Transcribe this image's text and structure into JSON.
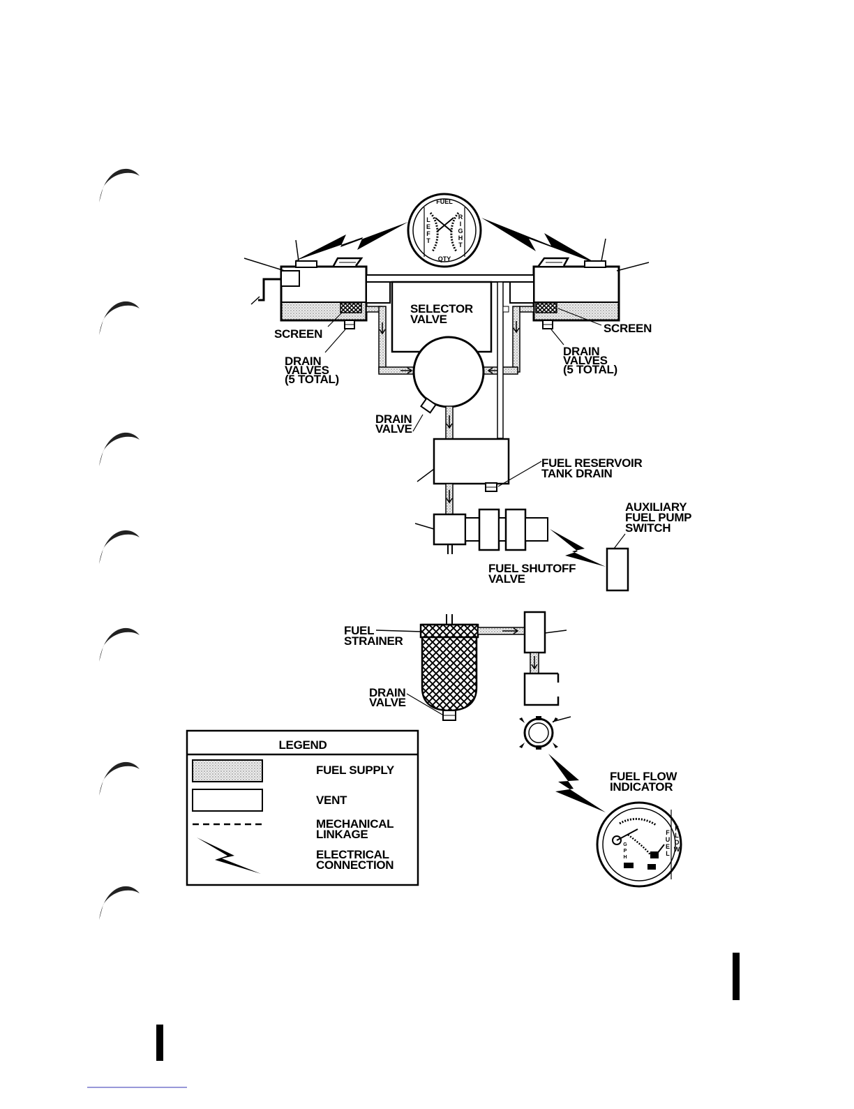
{
  "labels": {
    "selector_valve": [
      "SELECTOR",
      "VALVE"
    ],
    "screen_left": "SCREEN",
    "screen_right": "SCREEN",
    "drain_valves_left": [
      "DRAIN",
      "VALVES",
      "(5 TOTAL)"
    ],
    "drain_valves_right": [
      "DRAIN",
      "VALVES",
      "(5 TOTAL)"
    ],
    "drain_valve_selector": [
      "DRAIN",
      "VALVE"
    ],
    "reservoir_drain": [
      "FUEL RESERVOIR",
      "TANK DRAIN"
    ],
    "aux_pump_switch": [
      "AUXILIARY",
      "FUEL PUMP",
      "SWITCH"
    ],
    "shutoff_valve": [
      "FUEL SHUTOFF",
      "VALVE"
    ],
    "fuel_strainer": [
      "FUEL",
      "STRAINER"
    ],
    "drain_valve_strainer": [
      "DRAIN",
      "VALVE"
    ],
    "fuel_flow_indicator": [
      "FUEL FLOW",
      "INDICATOR"
    ]
  },
  "qty_gauge": {
    "top": "FUEL",
    "left": [
      "L",
      "E",
      "F",
      "T"
    ],
    "right": [
      "R",
      "I",
      "G",
      "H",
      "T"
    ],
    "bottom": "QTY"
  },
  "flow_gauge": {
    "right": [
      "F",
      "L",
      "O",
      "W"
    ],
    "mid": [
      "F",
      "U",
      "E",
      "L"
    ],
    "left": [
      "G",
      "P",
      "H"
    ]
  },
  "legend": {
    "title": "LEGEND",
    "items": [
      {
        "symbol": "fuel-supply",
        "label": [
          "FUEL SUPPLY"
        ]
      },
      {
        "symbol": "vent",
        "label": [
          "VENT"
        ]
      },
      {
        "symbol": "mechanical-linkage",
        "label": [
          "MECHANICAL",
          "LINKAGE"
        ]
      },
      {
        "symbol": "electrical-connection",
        "label": [
          "ELECTRICAL",
          "CONNECTION"
        ]
      }
    ]
  },
  "colors": {
    "ink": "#000000",
    "paper": "#ffffff",
    "fuel_fill": "#cfcfcf"
  }
}
